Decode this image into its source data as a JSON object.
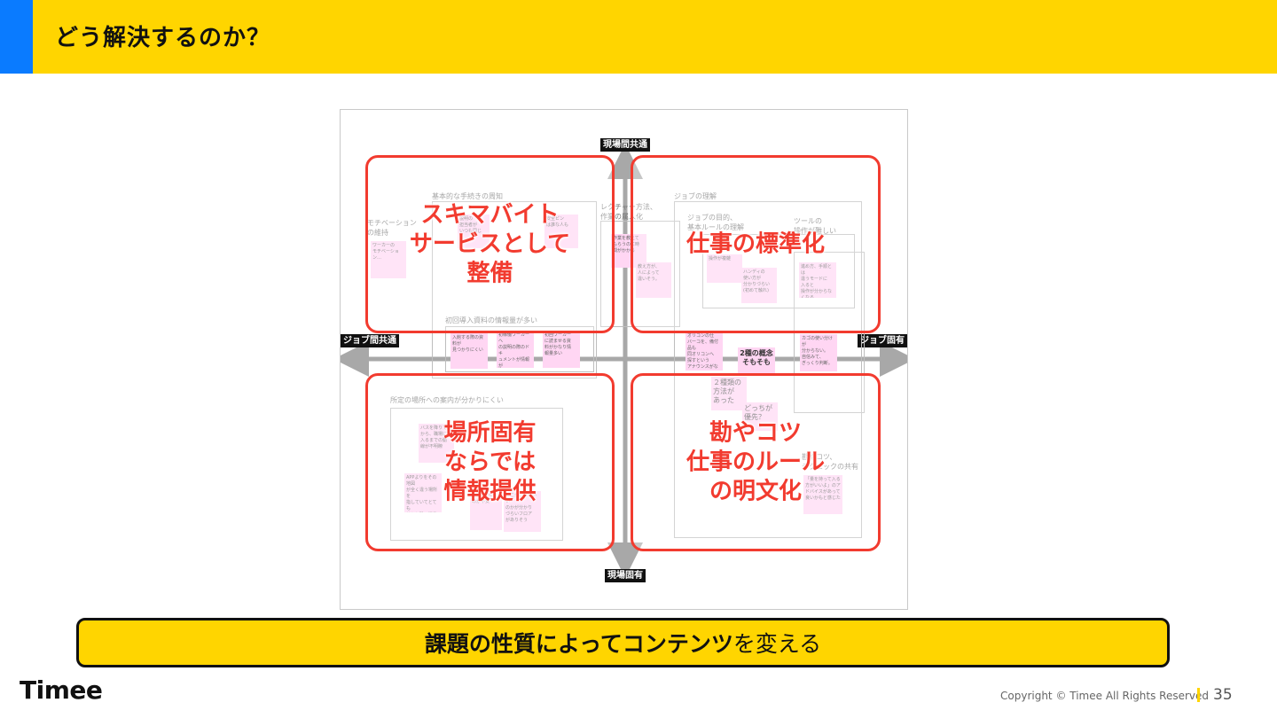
{
  "header": {
    "title": "どう解決するのか？"
  },
  "axes": {
    "top": "現場間共通",
    "bottom": "現場固有",
    "left": "ジョブ間共通",
    "right": "ジョブ固有"
  },
  "clusters": {
    "motivation": "モチベーション\nの維持",
    "basic_procedures": "基本的な手続きの周知",
    "lecture": "レクチャー方法、\n作業の属人化",
    "job_understanding": "ジョブの理解",
    "job_purpose": "ジョブの目的、\n基本ルールの理解",
    "tool": "ツールの\n操作が難しい",
    "initial_materials": "初回導入資料の情報量が多い",
    "location": "所定の場所への案内が分かりにくい",
    "know_how": "勘やコツ、\nテクニックの共有"
  },
  "notes": {
    "n1": "ワーカーの\nモチベーション…",
    "n2": "説明の\n担当者が\nいつも同じ",
    "n3": "安全ピン\nは誰な人も",
    "n4": "作業を教えて\nもらうのに時\n間がかかる",
    "n5": "教え方が、\n人によって\n違いそう。",
    "n6": "操作が複雑",
    "n7": "ハンディの\n使い方が\n分かりづらい\n(初めて触れ)",
    "n8": "進め方、手順とは\n違うモードに\n入ると\n操作が分からなくなる",
    "n9": "入館する際の資料が\n見つかりにくい",
    "n10": "初稼働ワーカーへ\nの説明の際のドキ\nュメントが情報が\n多すぎて、入って\nこない情報が…",
    "n11": "初回ワーカー\nに読ませる資\n料がかなり情\n報量多い",
    "n12": "オリコンの仕\nバーコを、備付品も\n同オリコンへ\n探すという\nアナウンスがなく…",
    "n13": "2種の概念\nそもそも",
    "n14": "カゴの使い分けが\n分からない。\n自信みて、\nぎっくり判断。",
    "n15": "２種類の\n方法が\nあった",
    "n16": "どっちが\n優先？",
    "n17": "バスを降りて\nから、職場に\n入るまでの動\n線が不明瞭",
    "n18": "APPよりをその地図\nが全く違う場所を\n指していてとても\n分かり難に混乱した",
    "n19": "ここでいい\nのか不安",
    "n20": "どこがしたらいい\nのかが分かり\nづらいフロア\nがありそう",
    "n21": "「量を持って入る\n方がいいよ」のア\nドバイスがあって\n良いかもと感じた"
  },
  "quadrants": {
    "top_left": "スキマバイト\nサービスとして\n整備",
    "top_right": "仕事の標準化",
    "bottom_left": "場所固有\nならでは\n情報提供",
    "bottom_right": "勘やコツ\n仕事のルール\nの明文化"
  },
  "message": {
    "part1": "課題の性質によって",
    "part2": "コンテンツ",
    "part3": "を変える"
  },
  "footer": {
    "logo": "Timee",
    "copyright": "Copyright © Timee All Rights Reserved",
    "page": "35"
  },
  "colors": {
    "accent_yellow": "#FFD500",
    "accent_blue": "#0A7BFF",
    "highlight_red": "#F23B2F",
    "sticky_pink": "#FFD6F3"
  }
}
